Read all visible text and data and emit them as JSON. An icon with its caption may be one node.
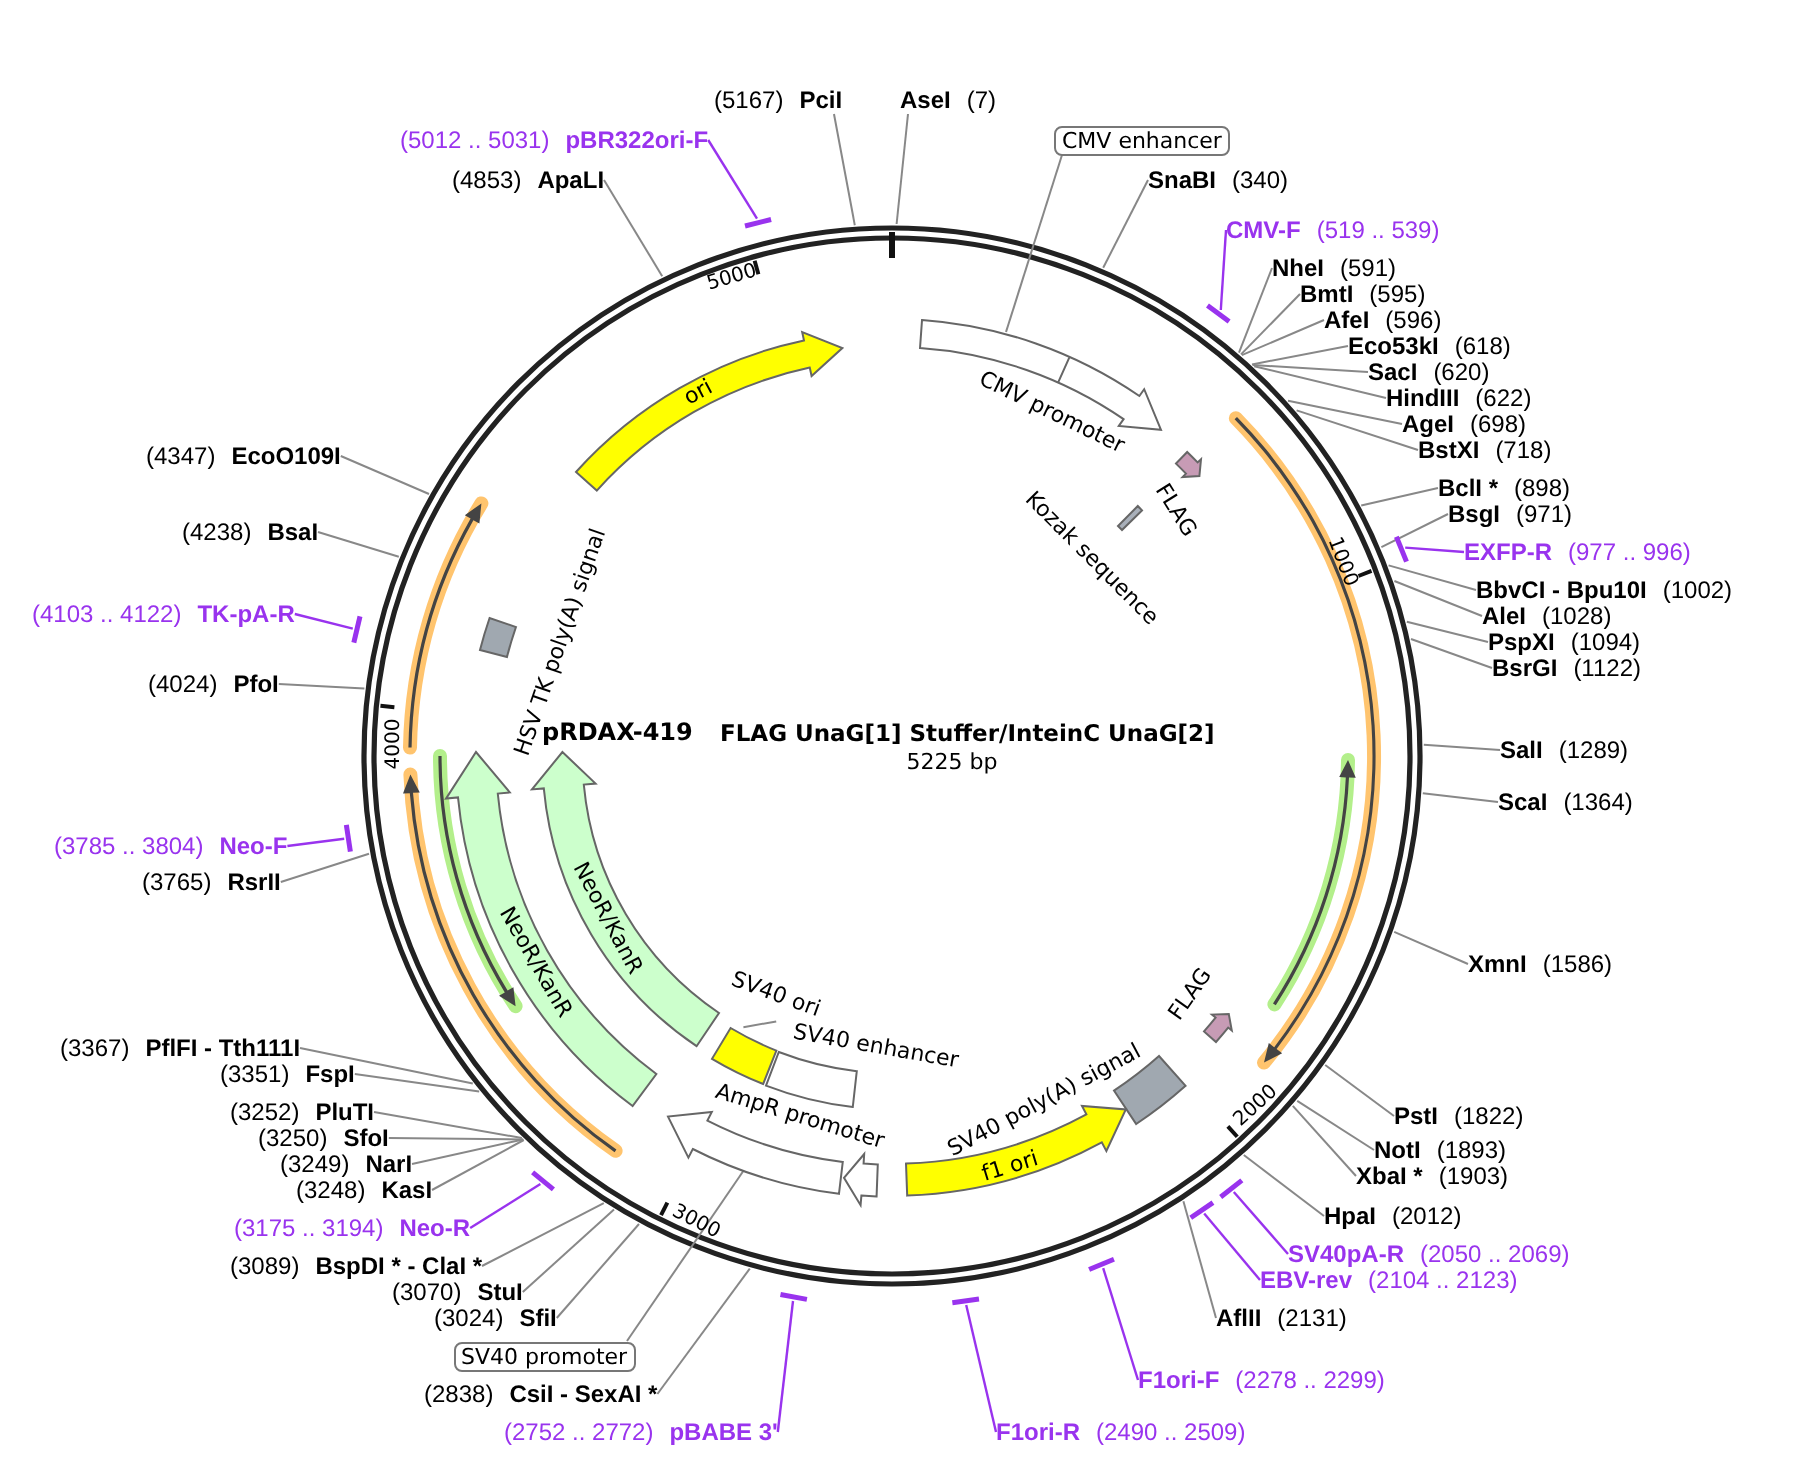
{
  "diagram": {
    "title": "pRDAX-419",
    "nodes": [
      {
        "text": [
          "(5167)",
          "PciI"
        ]
      },
      {
        "text": [
          "AseI",
          "(7)"
        ]
      },
      {
        "text": [
          "(5012 .. 5031)",
          "pBR322ori-F"
        ]
      },
      {
        "text": [
          "CMV enhancer"
        ]
      },
      {
        "text": [
          "(4853)",
          "ApaLI"
        ]
      },
      {
        "text": [
          "SnaBI",
          "(340)"
        ]
      },
      {
        "text": [
          "CMV-F",
          "(519 .. 539)"
        ]
      },
      {
        "text": [
          "NheI",
          "(591)"
        ]
      },
      {
        "text": [
          "BmtI",
          "(595)"
        ]
      },
      {
        "text": [
          "AfeI",
          "(596)"
        ]
      },
      {
        "text": [
          "Eco53kI",
          "(618)"
        ]
      },
      {
        "text": [
          "SacI",
          "(620)"
        ]
      },
      {
        "text": [
          "HindIII",
          "(622)"
        ]
      },
      {
        "text": [
          "AgeI",
          "(698)"
        ]
      },
      {
        "text": [
          "BstXI",
          "(718)"
        ]
      },
      {
        "text": [
          "BclI *",
          "(898)"
        ]
      },
      {
        "text": [
          "BsgI",
          "(971)"
        ]
      },
      {
        "text": [
          "EXFP-R",
          "(977 .. 996)"
        ]
      },
      {
        "text": [
          "BbvCI - Bpu10I",
          "(1002)"
        ]
      },
      {
        "text": [
          "AleI",
          "(1028)"
        ]
      },
      {
        "text": [
          "PspXI",
          "(1094)"
        ]
      },
      {
        "text": [
          "BsrGI",
          "(1122)"
        ]
      },
      {
        "text": [
          "(4347)",
          "EcoO109I"
        ]
      },
      {
        "text": [
          "(4238)",
          "BsaI"
        ]
      },
      {
        "text": [
          "(4103 .. 4122)",
          "TK-pA-R"
        ]
      },
      {
        "text": [
          "(4024)",
          "PfoI"
        ]
      },
      {
        "text": [
          "SalI",
          "(1289)"
        ]
      },
      {
        "text": [
          "ScaI",
          "(1364)"
        ]
      },
      {
        "text": [
          "(3785 .. 3804)",
          "Neo-F"
        ]
      },
      {
        "text": [
          "(3765)",
          "RsrII"
        ]
      },
      {
        "text": [
          "XmnI",
          "(1586)"
        ]
      },
      {
        "text": [
          "(3367)",
          "PflFI - Tth111I"
        ]
      },
      {
        "text": [
          "(3351)",
          "FspI"
        ]
      },
      {
        "text": [
          "(3252)",
          "PluTI"
        ]
      },
      {
        "text": [
          "(3250)",
          "SfoI"
        ]
      },
      {
        "text": [
          "(3249)",
          "NarI"
        ]
      },
      {
        "text": [
          "(3248)",
          "KasI"
        ]
      },
      {
        "text": [
          "PstI",
          "(1822)"
        ]
      },
      {
        "text": [
          "NotI",
          "(1893)"
        ]
      },
      {
        "text": [
          "XbaI *",
          "(1903)"
        ]
      },
      {
        "text": [
          "HpaI",
          "(2012)"
        ]
      },
      {
        "text": [
          "(3175 .. 3194)",
          "Neo-R"
        ]
      },
      {
        "text": [
          "SV40pA-R",
          "(2050 .. 2069)"
        ]
      },
      {
        "text": [
          "(3089)",
          "BspDI * - ClaI *"
        ]
      },
      {
        "text": [
          "EBV-rev",
          "(2104 .. 2123)"
        ]
      },
      {
        "text": [
          "(3070)",
          "StuI"
        ]
      },
      {
        "text": [
          "AflII",
          "(2131)"
        ]
      },
      {
        "text": [
          "(3024)",
          "SfiI"
        ]
      },
      {
        "text": [
          "SV40 promoter"
        ]
      },
      {
        "text": [
          "F1ori-F",
          "(2278 .. 2299)"
        ]
      },
      {
        "text": [
          "(2838)",
          "CsiI - SexAI *"
        ]
      },
      {
        "text": [
          "(2752 .. 2772)",
          "pBABE 3'"
        ]
      },
      {
        "text": [
          "F1ori-R",
          "(2490 .. 2509)"
        ]
      },
      {
        "text": [
          "ori"
        ]
      },
      {
        "text": [
          "CMV promoter"
        ]
      },
      {
        "text": [
          "FLAG"
        ]
      },
      {
        "text": [
          "Kozak sequence"
        ]
      },
      {
        "text": [
          "HSV TK poly(A) signal"
        ]
      },
      {
        "text": [
          "NeoR/KanR"
        ]
      },
      {
        "text": [
          "NeoR/KanR"
        ]
      },
      {
        "text": [
          "SV40 ori"
        ]
      },
      {
        "text": [],
        "shape": "box"
      },
      {
        "text": [
          "SV40 enhancer"
        ]
      },
      {
        "text": [
          "FLAG"
        ]
      },
      {
        "text": [
          "SV40 poly(A) signal"
        ]
      },
      {
        "text": [
          "AmpR promoter"
        ]
      },
      {
        "text": [
          "f1 ori"
        ]
      },
      {
        "text": [],
        "shape": "arrow"
      }
    ],
    "edges": [
      {
        "from": 0,
        "to": null,
        "arrow": "none"
      },
      {
        "from": 1,
        "to": null,
        "arrow": "none"
      },
      {
        "from": 2,
        "to": null,
        "arrow": "none",
        "color": "#9933ee"
      },
      {
        "from": 3,
        "to": 54,
        "arrow": "none"
      },
      {
        "from": 4,
        "to": null,
        "arrow": "none"
      },
      {
        "from": 5,
        "to": null,
        "arrow": "none"
      },
      {
        "from": 6,
        "to": null,
        "arrow": "none",
        "color": "#9933ee"
      },
      {
        "from": 7,
        "to": null,
        "arrow": "none"
      },
      {
        "from": 8,
        "to": null,
        "arrow": "none"
      },
      {
        "from": 9,
        "to": null,
        "arrow": "none"
      },
      {
        "from": 10,
        "to": null,
        "arrow": "none"
      },
      {
        "from": 11,
        "to": null,
        "arrow": "none"
      },
      {
        "from": 12,
        "to": null,
        "arrow": "none"
      },
      {
        "from": 13,
        "to": null,
        "arrow": "none"
      },
      {
        "from": 14,
        "to": null,
        "arrow": "none"
      },
      {
        "from": 15,
        "to": null,
        "arrow": "none"
      },
      {
        "from": 16,
        "to": null,
        "arrow": "none"
      },
      {
        "from": 17,
        "to": null,
        "arrow": "none",
        "color": "#9933ee"
      },
      {
        "from": 18,
        "to": null,
        "arrow": "none"
      },
      {
        "from": 19,
        "to": null,
        "arrow": "none"
      },
      {
        "from": 20,
        "to": null,
        "arrow": "none"
      },
      {
        "from": 21,
        "to": null,
        "arrow": "none"
      },
      {
        "from": 22,
        "to": null,
        "arrow": "none"
      },
      {
        "from": 23,
        "to": null,
        "arrow": "none"
      },
      {
        "from": 24,
        "to": null,
        "arrow": "none",
        "color": "#9933ee"
      },
      {
        "from": 25,
        "to": null,
        "arrow": "none"
      },
      {
        "from": 26,
        "to": null,
        "arrow": "none"
      },
      {
        "from": 27,
        "to": null,
        "arrow": "none"
      },
      {
        "from": 28,
        "to": null,
        "arrow": "none",
        "color": "#9933ee"
      },
      {
        "from": 29,
        "to": null,
        "arrow": "none"
      },
      {
        "from": 30,
        "to": null,
        "arrow": "none"
      },
      {
        "from": 31,
        "to": null,
        "arrow": "none"
      },
      {
        "from": 32,
        "to": null,
        "arrow": "none"
      },
      {
        "from": 33,
        "to": null,
        "arrow": "none"
      },
      {
        "from": 34,
        "to": null,
        "arrow": "none"
      },
      {
        "from": 35,
        "to": null,
        "arrow": "none"
      },
      {
        "from": 36,
        "to": null,
        "arrow": "none"
      },
      {
        "from": 37,
        "to": null,
        "arrow": "none"
      },
      {
        "from": 38,
        "to": null,
        "arrow": "none"
      },
      {
        "from": 39,
        "to": null,
        "arrow": "none"
      },
      {
        "from": 40,
        "to": null,
        "arrow": "none"
      },
      {
        "from": 41,
        "to": null,
        "arrow": "none",
        "color": "#9933ee"
      },
      {
        "from": 42,
        "to": null,
        "arrow": "none",
        "color": "#9933ee"
      },
      {
        "from": 43,
        "to": null,
        "arrow": "none"
      },
      {
        "from": 44,
        "to": null,
        "arrow": "none",
        "color": "#9933ee"
      },
      {
        "from": 45,
        "to": null,
        "arrow": "none"
      },
      {
        "from": 46,
        "to": null,
        "arrow": "none"
      },
      {
        "from": 47,
        "to": null,
        "arrow": "none"
      },
      {
        "from": 48,
        "to": 65,
        "arrow": "none"
      },
      {
        "from": 49,
        "to": null,
        "arrow": "none",
        "color": "#9933ee"
      },
      {
        "from": 50,
        "to": null,
        "arrow": "none"
      },
      {
        "from": 51,
        "to": null,
        "arrow": "none",
        "color": "#9933ee"
      },
      {
        "from": 52,
        "to": null,
        "arrow": "none",
        "color": "#9933ee"
      },
      {
        "from": 60,
        "to": 61,
        "arrow": "none"
      }
    ],
    "labels": [
      "FLAG UnaG[1] Stuffer/InteinC UnaG[2]",
      "5225 bp",
      "5000",
      "1000",
      "4000",
      "2000",
      "3000"
    ]
  }
}
